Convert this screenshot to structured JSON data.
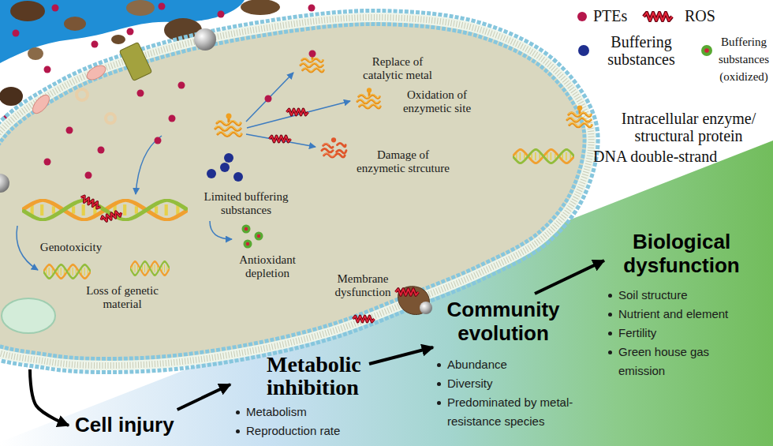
{
  "diagram": {
    "nodes": [
      {
        "text": [
          "Replace of catalytic metal",
          "Oxidation of enzymetic site",
          "Damage of enzymetic strcuture",
          "Limited buffering substances",
          "Genotoxicity",
          "Antioxidant depletion",
          "Loss of genetic material",
          "Membrane dysfunction"
        ]
      },
      {
        "text": [
          "Cell injury"
        ]
      },
      {
        "text": [
          "Metabolic inhibition",
          "Metabolism",
          "Reproduction rate"
        ]
      },
      {
        "text": [
          "Community evolution",
          "Abundance",
          "Diversity",
          "Predominated by metal-resistance species"
        ]
      },
      {
        "text": [
          "Biological dysfunction",
          "Soil structure",
          "Nutrient and element",
          "Fertility",
          "Green house gas emission"
        ]
      }
    ],
    "edges": [
      {
        "from": 0,
        "to": 1,
        "arrow": "to"
      },
      {
        "from": 1,
        "to": 2,
        "arrow": "to"
      },
      {
        "from": 2,
        "to": 3,
        "arrow": "to"
      },
      {
        "from": 3,
        "to": 4,
        "arrow": "to"
      }
    ],
    "legend": [
      {
        "text": "PTEs",
        "color": "#b5164b"
      },
      {
        "text": "ROS"
      },
      {
        "text": "Buffering substances",
        "color": "#1f2f8f"
      },
      {
        "text": "Buffering substances (oxidized)"
      },
      {
        "text": "Intracellular enzyme/ structural protein"
      },
      {
        "text": "DNA double-strand"
      }
    ]
  }
}
